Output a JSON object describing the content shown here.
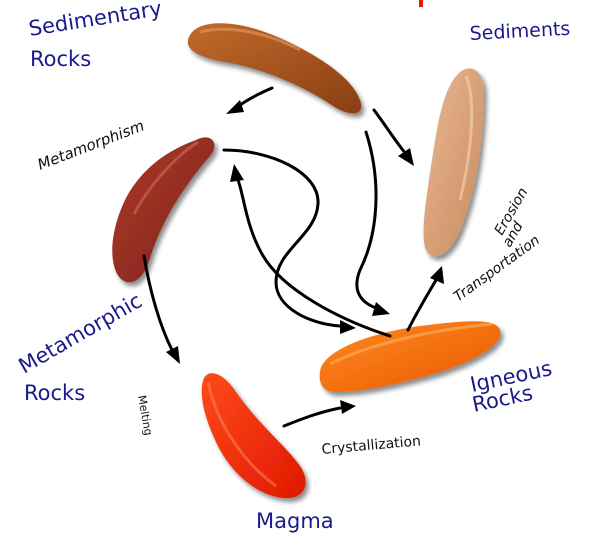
{
  "labels": {
    "sedimentary_rocks_line1": "Sedimentary",
    "sedimentary_rocks_line2": "Rocks",
    "sediments": "Sediments",
    "metamorphic_rocks_line1": "Metamorphic",
    "metamorphic_rocks_line2": "Rocks",
    "igneous_rocks_line1": "Igneous",
    "igneous_rocks_line2": "Rocks",
    "magma": "Magma"
  },
  "processes": {
    "metamorphism": "Metamorphism",
    "erosion_line1": "Erosion",
    "erosion_line2": "and",
    "erosion_line3": "Transportation",
    "melting": "Melting",
    "crystallization": "Crystallization"
  },
  "colors": {
    "sedimentary_rocks": "#a8541c",
    "sediments": "#d9a07a",
    "metamorphic_rocks": "#9a2e22",
    "igneous_rocks": "#ff6a00",
    "magma": "#ff2a0a",
    "label_text": "#1a1a8c",
    "arrows": "#000000"
  }
}
